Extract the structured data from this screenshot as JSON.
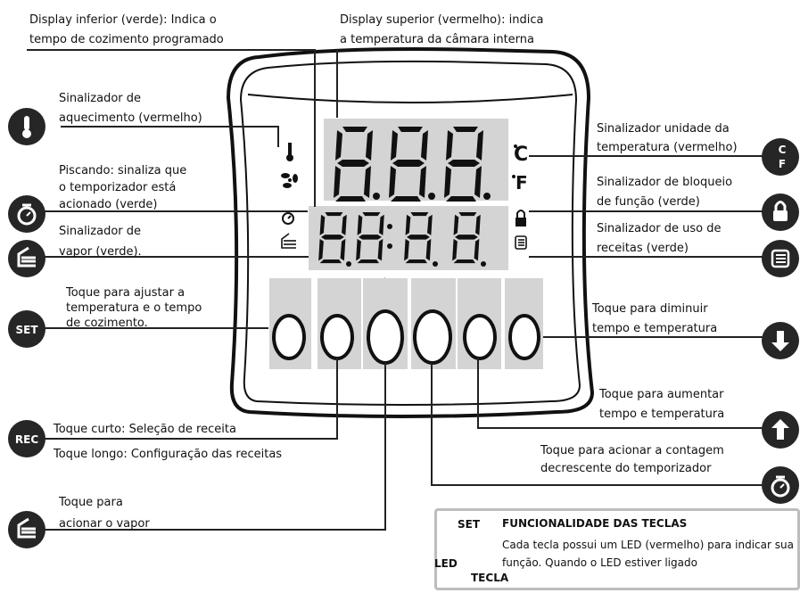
{
  "labels": {
    "display_inferior": [
      "Display inferior (verde): Indica o",
      "tempo de cozimento programado"
    ],
    "display_superior": [
      "Display superior (vermelho): indica",
      "a temperatura da câmara interna"
    ],
    "aquecimento": [
      "Sinalizador de",
      "aquecimento (vermelho)"
    ],
    "unidade": [
      "Sinalizador unidade da",
      "temperatura (vermelho)"
    ],
    "piscando": [
      "Piscando: sinaliza que",
      "o temporizador está",
      "acionado (verde)"
    ],
    "bloqueio": [
      "Sinalizador de bloqueio",
      "de função (verde)"
    ],
    "vapor_sinal": [
      "Sinalizador de",
      "vapor (verde)."
    ],
    "receitas_sinal": [
      "Sinalizador de uso de",
      "receitas (verde)"
    ],
    "set_desc": [
      "Toque para ajustar a",
      "temperatura e o tempo",
      "de cozimento."
    ],
    "diminuir": [
      "Toque para diminuir",
      "tempo e temperatura"
    ],
    "aumentar": [
      "Toque para aumentar",
      "tempo e temperatura"
    ],
    "rec_curto": "Toque curto: Seleção de receita",
    "rec_longo": "Toque longo: Configuração das receitas",
    "contagem": [
      "Toque para acionar a contagem",
      "decrescente do temporizador"
    ],
    "vapor_toque": [
      "Toque para",
      "acionar o vapor"
    ]
  },
  "panel": {
    "top_display": "888",
    "bottom_display": "88:88",
    "unit_c": "°C",
    "unit_f": "°F",
    "keys": [
      "SET",
      "REC",
      "steam",
      "timer",
      "up",
      "down"
    ]
  },
  "key_labels": {
    "set": "SET",
    "rec": "REC"
  },
  "infobox": {
    "title": "FUNCIONALIDADE DAS TECLAS",
    "desc": "Cada tecla possui um LED (vermelho) para indicar sua função. Quando o LED estiver ligado",
    "set": "SET",
    "led": "LED",
    "tecla": "TECLA"
  },
  "icons": [
    "thermometer-icon",
    "fan-icon",
    "timer-icon",
    "steam-icon",
    "celsius-fahrenheit-icon",
    "lock-icon",
    "recipe-icon",
    "arrow-up-icon",
    "arrow-down-icon"
  ],
  "colors": {
    "line": "#222222",
    "icon_bg": "#262626",
    "grey_bg": "#d4d4d4",
    "frame": "#111111"
  }
}
